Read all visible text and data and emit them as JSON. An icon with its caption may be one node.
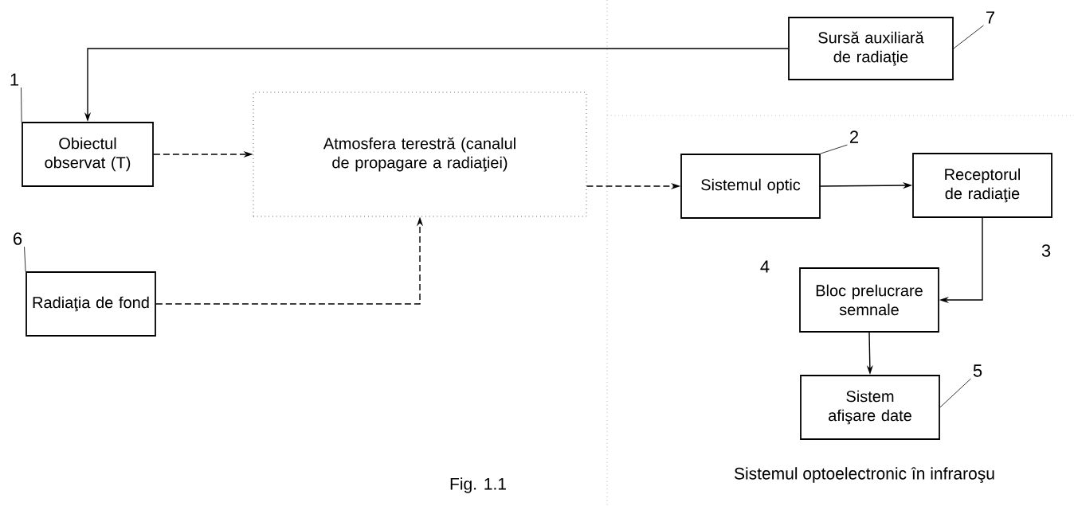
{
  "diagram": {
    "caption": "Fig. 1.1",
    "nodes": [
      {
        "text": [
          "Sursă auxiliară de radiaţie"
        ]
      },
      {
        "text": [
          "Obiectul observat (T)"
        ]
      },
      {
        "text": [
          "Atmosfera terestră (canalul de propagare a radiaţiei)"
        ]
      },
      {
        "text": [
          "Radiaţia de fond"
        ]
      },
      {
        "text": [
          "Sistemul optic"
        ]
      },
      {
        "text": [
          "Receptorul de radiaţie"
        ]
      },
      {
        "text": [
          "Bloc prelucrare semnale"
        ]
      },
      {
        "text": [
          "Sistem afişare date"
        ]
      },
      {
        "text": [
          "1"
        ]
      },
      {
        "text": [
          "6"
        ]
      },
      {
        "text": [
          "7"
        ]
      },
      {
        "text": [
          "2"
        ]
      },
      {
        "text": [
          "5"
        ]
      }
    ],
    "edges": [
      {
        "from": 0,
        "to": 1,
        "arrow": "to"
      },
      {
        "from": 1,
        "to": 2,
        "arrow": "to",
        "style": "dashed"
      },
      {
        "from": 3,
        "to": 2,
        "arrow": "to",
        "style": "dashed"
      },
      {
        "from": 2,
        "to": 4,
        "arrow": "to",
        "style": "dashed"
      },
      {
        "from": 4,
        "to": 5,
        "arrow": "to"
      },
      {
        "from": 5,
        "to": 6,
        "arrow": "to"
      },
      {
        "from": 6,
        "to": 7,
        "arrow": "to"
      },
      {
        "from": 8,
        "to": 1,
        "arrow": "none"
      },
      {
        "from": 9,
        "to": 3,
        "arrow": "none"
      },
      {
        "from": 10,
        "to": 0,
        "arrow": "none"
      },
      {
        "from": 11,
        "to": 4,
        "arrow": "none"
      },
      {
        "from": 12,
        "to": 7,
        "arrow": "none"
      }
    ],
    "labels": [
      "3",
      "4",
      "Sistemul optoelectronic în infraroşu"
    ]
  }
}
